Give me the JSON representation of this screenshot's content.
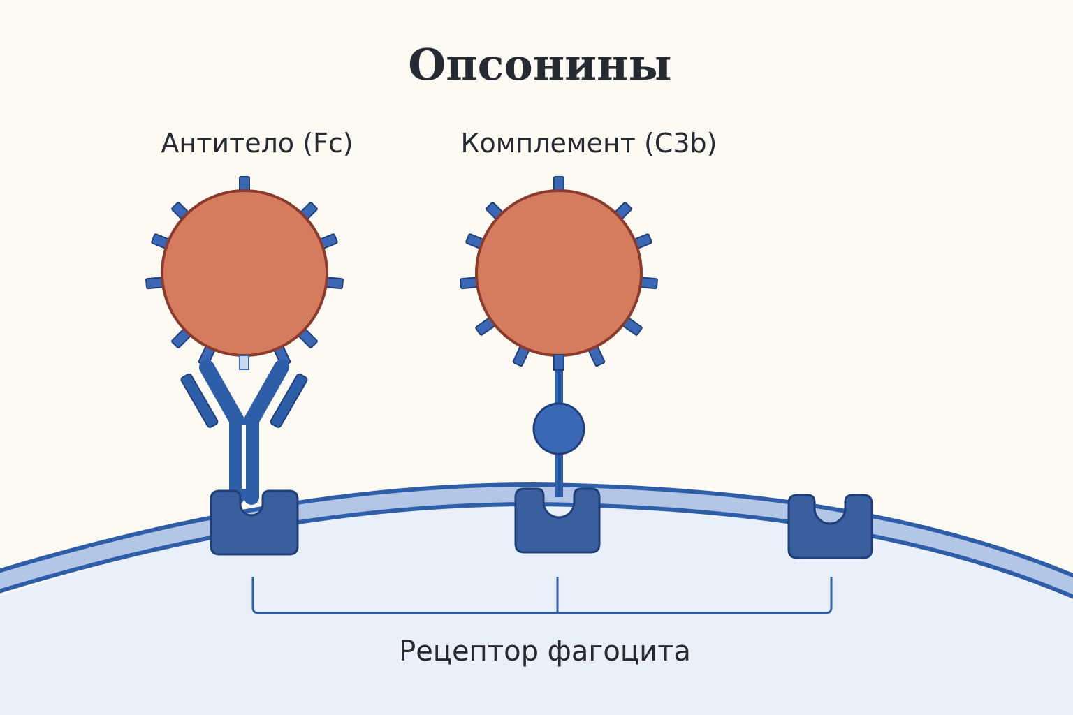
{
  "diagram": {
    "title": "Опсонины",
    "labels": {
      "antibody": "Антитело (Fc)",
      "complement": "Комплемент (C3b)",
      "receptor": "Рецептор фагоцита"
    },
    "colors": {
      "background": "#fdfaf4",
      "pathogen_fill": "#d57b5e",
      "pathogen_stroke": "#8a3b2c",
      "protein_blue": "#2f5ea8",
      "protein_stroke": "#1f3f7a",
      "receptor_fill": "#3a5f9e",
      "cell_fill": "#eaf0fa",
      "membrane": "#b4c6e6",
      "text": "#252a33"
    }
  }
}
